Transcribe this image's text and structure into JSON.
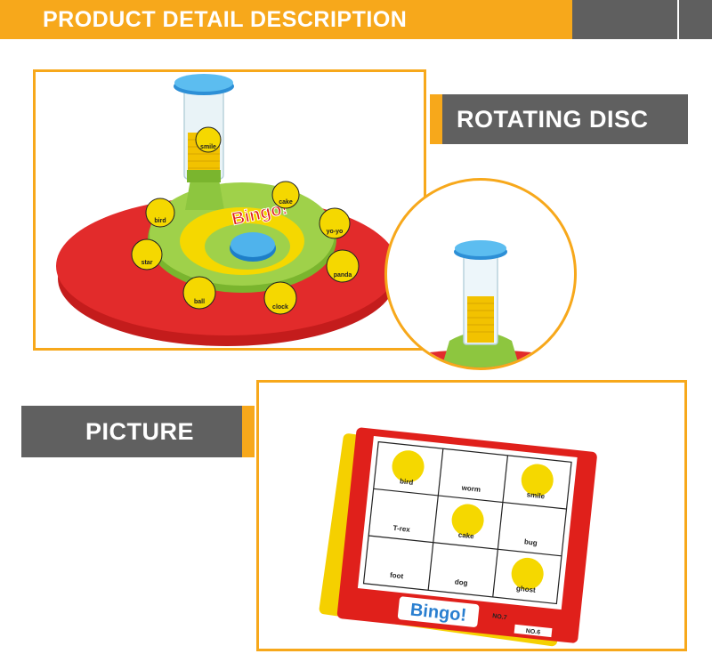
{
  "header": {
    "title": "PRODUCT DETAIL DESCRIPTION"
  },
  "labels": {
    "rotating_disc": "ROTATING DISC",
    "picture": "PICTURE"
  },
  "disc": {
    "logo": "Bingo!",
    "tokens": [
      "smile",
      "cake",
      "bird",
      "yo-yo",
      "star",
      "panda",
      "ball",
      "clock"
    ]
  },
  "card": {
    "logo": "Bingo!",
    "cells": [
      "bird",
      "worm",
      "smile",
      "T-rex",
      "cake",
      "bug",
      "foot",
      "dog",
      "ghost"
    ],
    "numbers": [
      "NO.6",
      "NO.7"
    ]
  },
  "colors": {
    "accent": "#f7a81b",
    "gray": "#606060",
    "red": "#e02a2a",
    "green": "#8dc63f",
    "yellow": "#f5d800",
    "blue": "#3aa0e0"
  }
}
